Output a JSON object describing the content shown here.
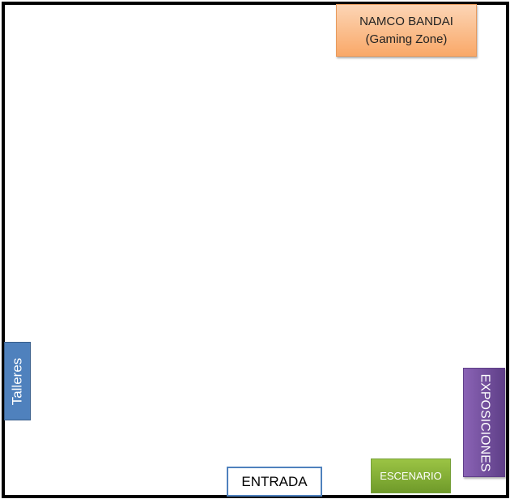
{
  "zones": {
    "namco_line1": "NAMCO BANDAI",
    "namco_line2": "(Gaming Zone)",
    "talleres": "Talleres",
    "exposiciones": "EXPOSICIONES",
    "escenario": "ESCENARIO",
    "entrada": "ENTRADA"
  },
  "colors": {
    "namco": "#f9a868",
    "talleres": "#4f81bd",
    "exposiciones": "#7030a0",
    "escenario": "#8cb43a",
    "entrada_border": "#4f81bd"
  }
}
